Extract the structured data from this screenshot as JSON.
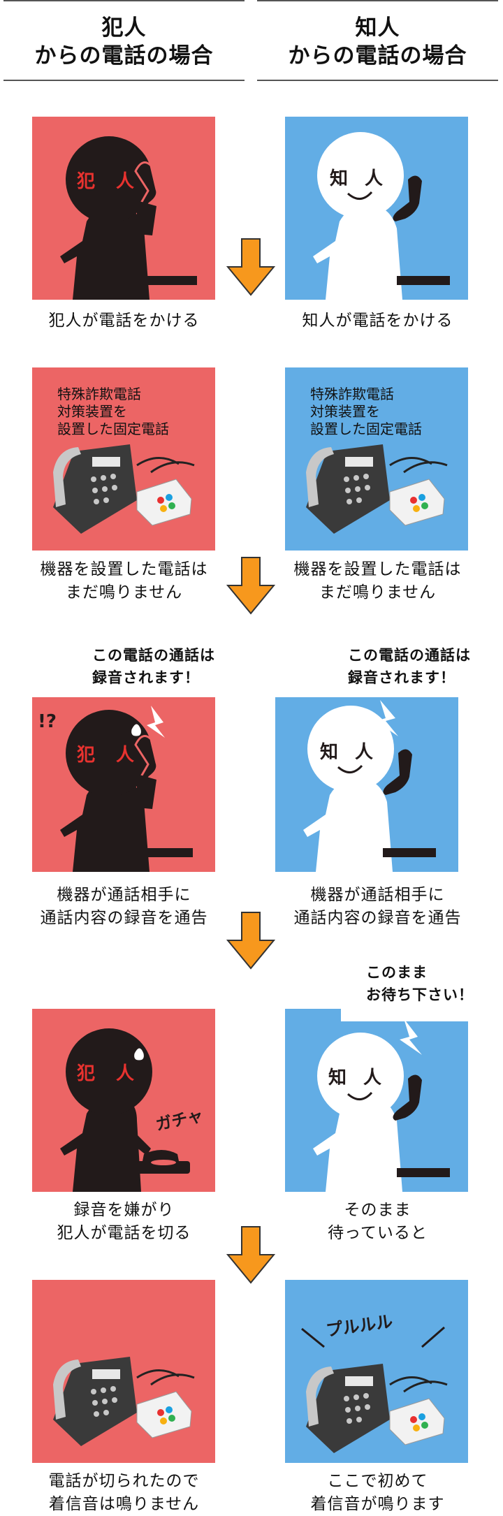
{
  "headers": {
    "left": {
      "line1": "犯人",
      "line2": "からの電話の場合"
    },
    "right": {
      "line1": "知人",
      "line2": "からの電話の場合"
    }
  },
  "face_labels": {
    "criminal": "犯",
    "criminal2": "人",
    "acquaintance": "知",
    "acquaintance2": "人"
  },
  "device_label": [
    "特殊詐欺電話",
    "対策装置を",
    "設置した固定電話"
  ],
  "steps": [
    {
      "left": [
        "犯人が電話をかける"
      ],
      "right": [
        "知人が電話をかける"
      ]
    },
    {
      "left": [
        "機器を設置した電話は",
        "まだ鳴りません"
      ],
      "right": [
        "機器を設置した電話は",
        "まだ鳴りません"
      ]
    },
    {
      "left": [
        "機器が通話相手に",
        "通話内容の録音を通告"
      ],
      "right": [
        "機器が通話相手に",
        "通話内容の録音を通告"
      ]
    },
    {
      "left": [
        "録音を嫌がり",
        "犯人が電話を切る"
      ],
      "right": [
        "そのまま",
        "待っていると"
      ]
    },
    {
      "left": [
        "電話が切られたので",
        "着信音は鳴りません"
      ],
      "right": [
        "ここで初めて",
        "着信音が鳴ります"
      ]
    }
  ],
  "bubbles": {
    "record_notice": [
      "この電話の通話は",
      "録音されます！"
    ],
    "please_wait": [
      "このまま",
      "お待ち下さい！"
    ]
  },
  "sfx": {
    "surprise": "!?",
    "hangup": "ガチャ",
    "ring": "プルルル"
  },
  "colors": {
    "red_panel": "#ec6565",
    "blue_panel": "#62ade5",
    "arrow": "#f7981d",
    "figure_dark": "#221a1a"
  }
}
